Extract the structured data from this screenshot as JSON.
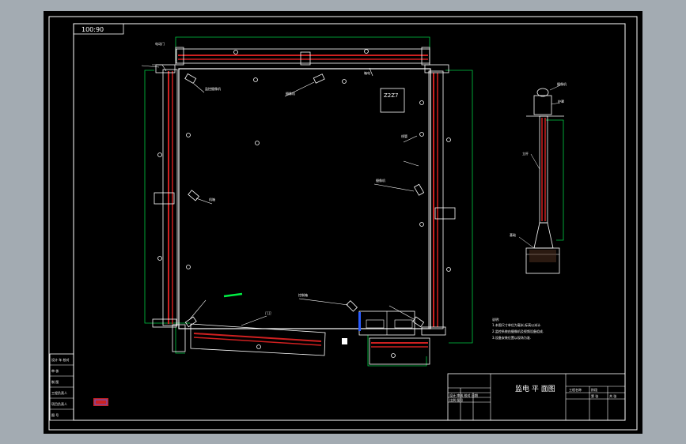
{
  "drawing": {
    "scale_label": "100:90",
    "room_label": "Z2Z7",
    "sheet_title": "监电 平 面图",
    "notes": [
      "说明:",
      "1.本图尺寸单位为毫米,标高以米计.",
      "2.监控系统由摄像机及视频设备组成.",
      "3.设备安装位置以现场为准."
    ],
    "callouts": {
      "callout_1": "电动门",
      "callout_2": "监控摄像机",
      "callout_3": "摄像机",
      "callout_4": "箱电",
      "callout_5": "线管",
      "callout_6": "摄像机",
      "callout_7": "机箱",
      "callout_8": "门卫",
      "callout_9": "控制箱"
    },
    "side_labels": {
      "label_1": "摄像机",
      "label_2": "护罩",
      "label_3": "立杆",
      "label_4": "基础"
    },
    "left_table": [
      "设计 年 校对",
      "审 核",
      "制 图",
      "工程负责人",
      "项目负责人",
      "图 号"
    ],
    "title_block": {
      "row_1": "设计 审核 校对 日期",
      "row_2": "比例 图号",
      "right_1": "工程名称",
      "right_2": "阶段",
      "right_3": "第 张",
      "right_4": "共 张"
    }
  }
}
